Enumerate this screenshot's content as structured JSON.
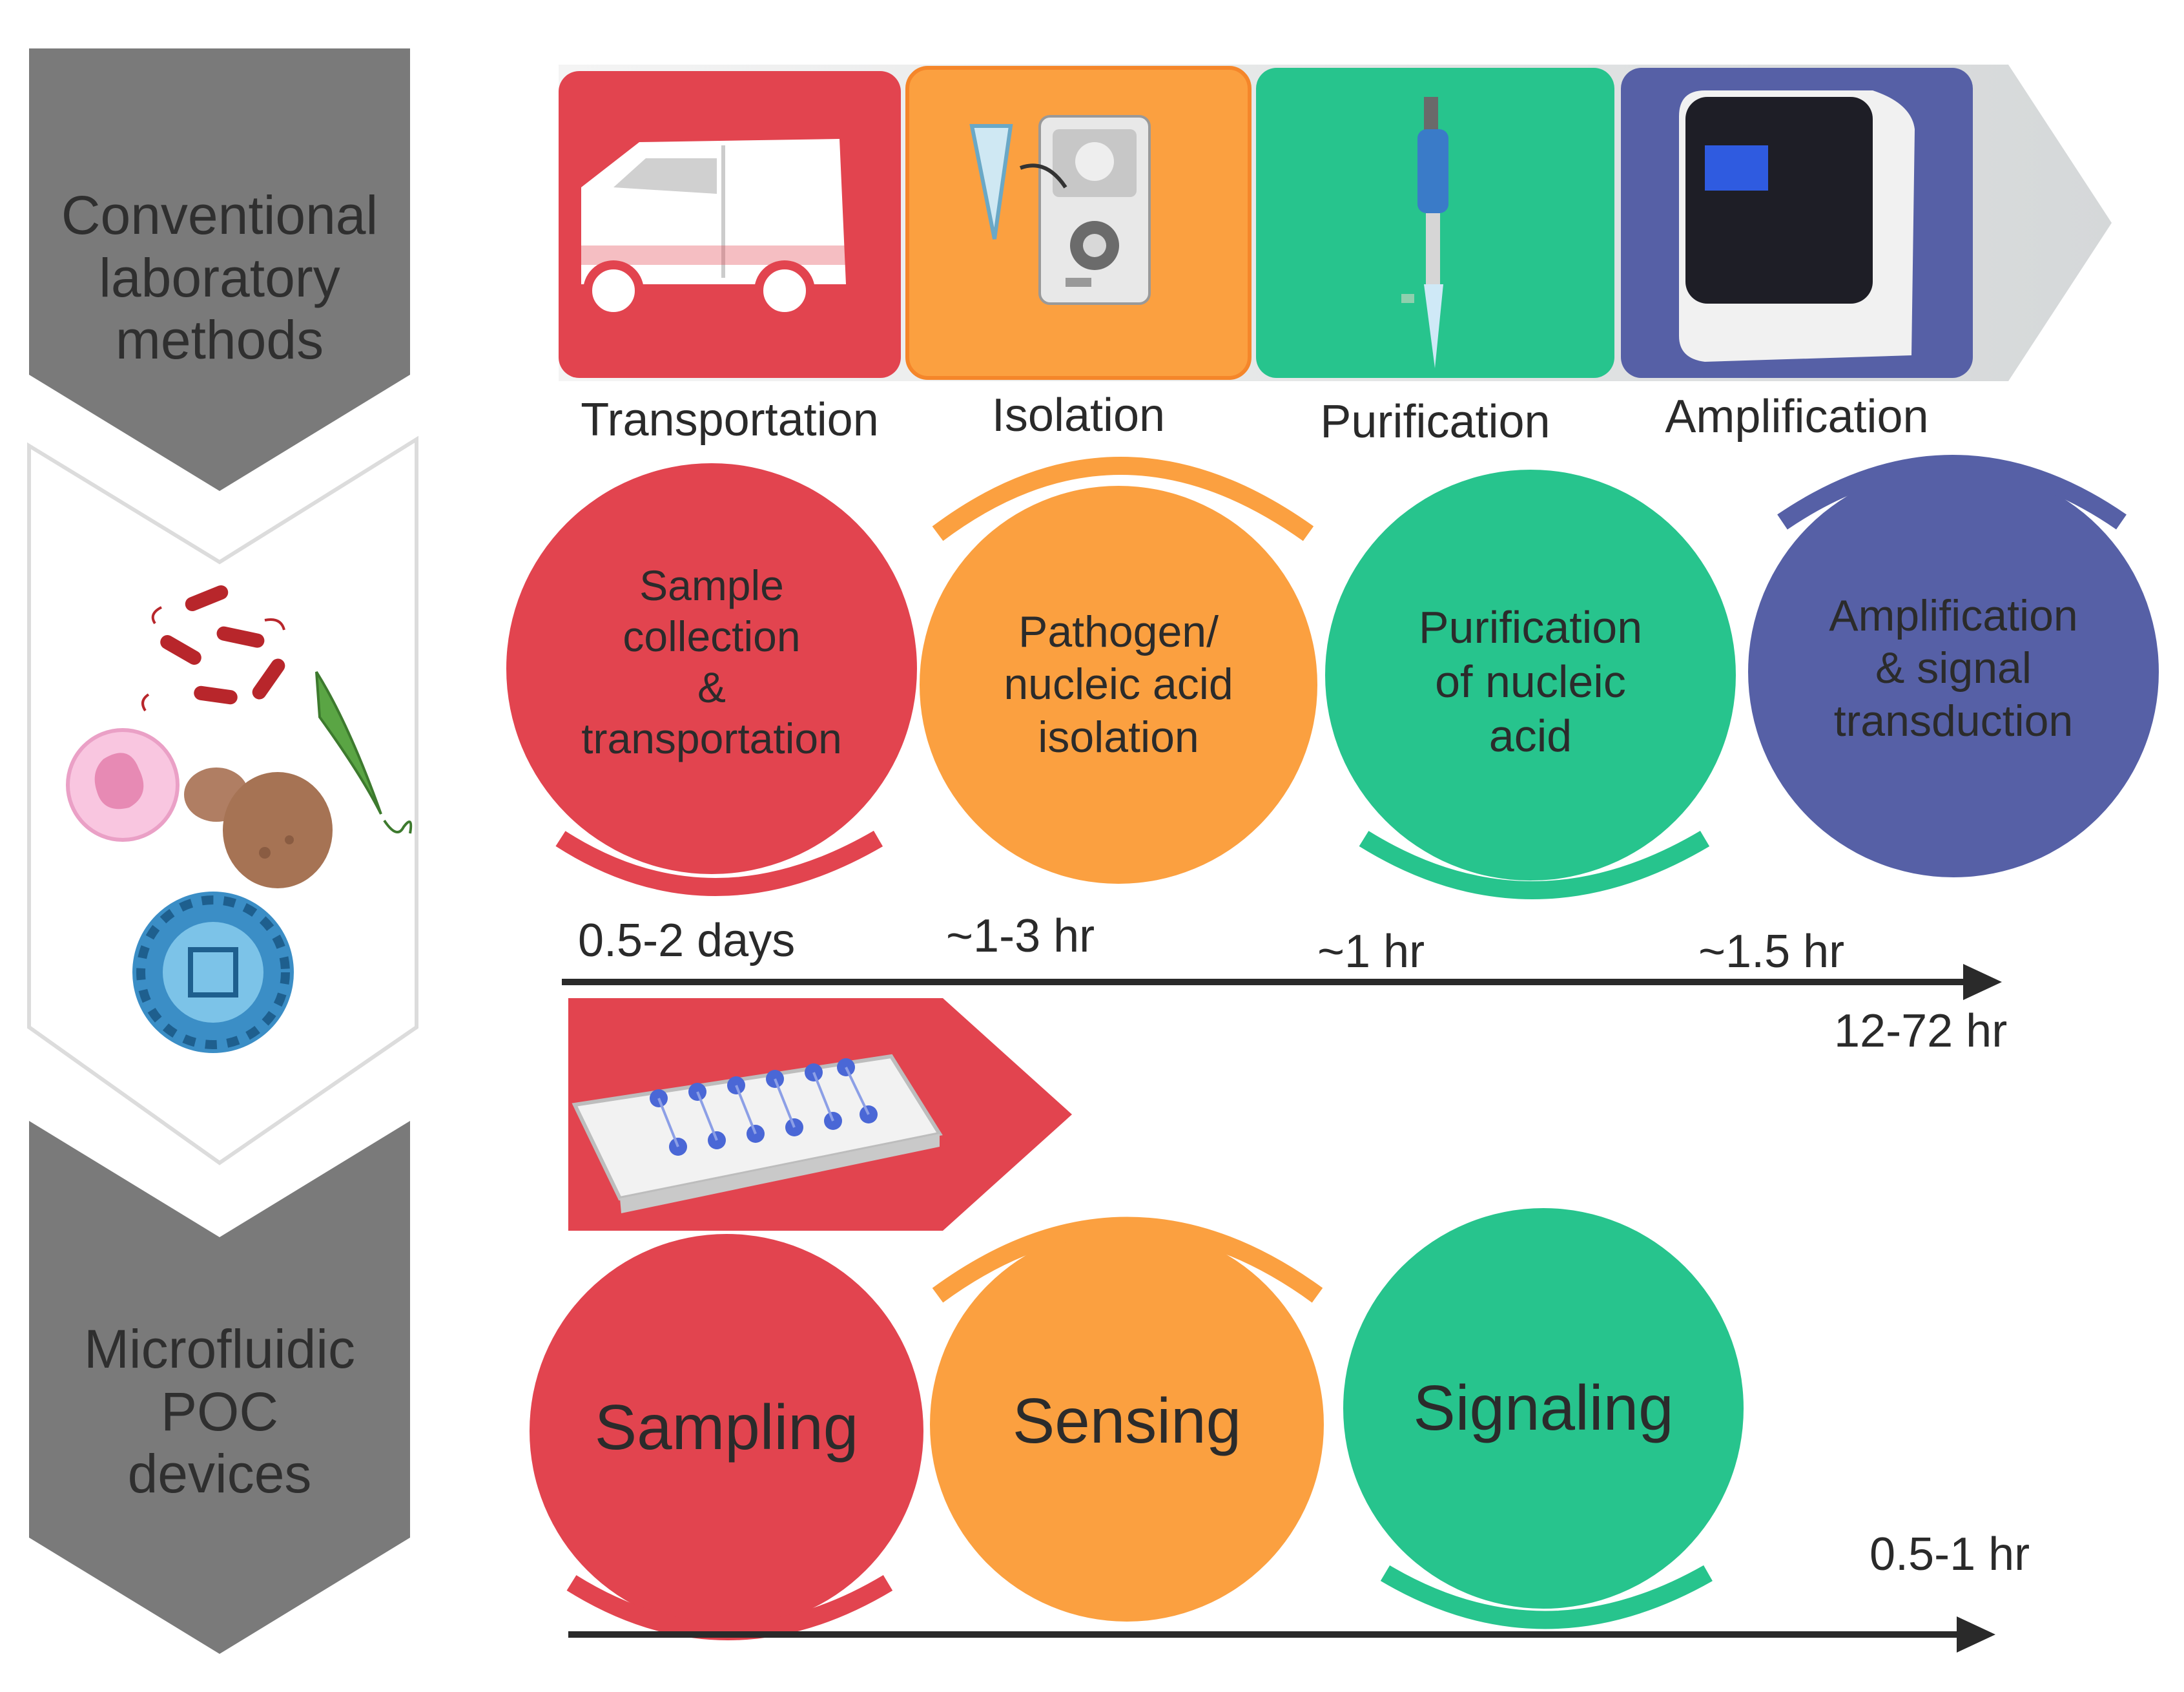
{
  "colors": {
    "red": "#E2444F",
    "orange": "#FBA040",
    "green": "#27C48D",
    "blue": "#5660A6",
    "gray": "#7A7A7A",
    "light_gray": "#D9DBDC"
  },
  "side_labels": {
    "conventional": "Conventional\nlaboratory\nmethods",
    "microfluidic": "Microfluidic\nPOC\ndevices"
  },
  "conventional_steps": [
    {
      "label": "Transportation",
      "icon": "van-icon"
    },
    {
      "label": "Isolation",
      "icon": "centrifuge-icon"
    },
    {
      "label": "Purification",
      "icon": "pipette-icon"
    },
    {
      "label": "Amplification",
      "icon": "thermocycler-icon"
    }
  ],
  "conventional_circles": [
    {
      "text": "Sample\ncollection\n&\ntransportation",
      "time": "0.5-2 days"
    },
    {
      "text": "Pathogen/\nnucleic acid\nisolation",
      "time": "~1-3 hr"
    },
    {
      "text": "Purification\nof nucleic\nacid",
      "time": "~1 hr"
    },
    {
      "text": "Amplification\n& signal\ntransduction",
      "time": "~1.5 hr"
    }
  ],
  "conventional_total": "12-72 hr",
  "poc_circles": [
    {
      "text": "Sampling"
    },
    {
      "text": "Sensing"
    },
    {
      "text": "Signaling"
    }
  ],
  "poc_total": "0.5-1 hr",
  "pathogen_icons": [
    "bacteria-icon",
    "parasite-icon",
    "cell-icon",
    "fungi-icon",
    "virus-icon"
  ],
  "chip_icon": "microfluidic-chip-icon"
}
